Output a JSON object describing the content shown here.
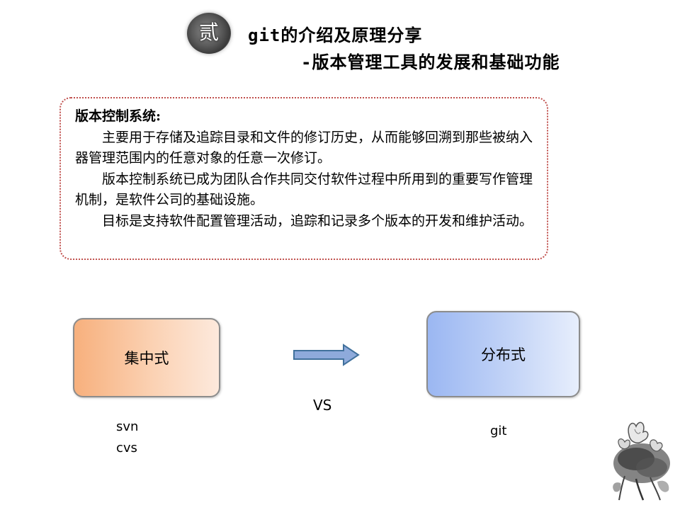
{
  "header": {
    "badge_char": "贰",
    "title_line1": "git的介绍及原理分享",
    "title_line2": "-版本管理工具的发展和基础功能"
  },
  "info": {
    "heading": "版本控制系统:",
    "paragraphs": [
      "主要用于存储及追踪目录和文件的修订历史，从而能够回溯到那些被纳入器管理范围内的任意对象的任意一次修订。",
      "版本控制系统已成为团队合作共同交付软件过程中所用到的重要写作管理机制，是软件公司的基础设施。",
      "目标是支持软件配置管理活动，追踪和记录多个版本的开发和维护活动。"
    ]
  },
  "comparison": {
    "left_label": "集中式",
    "right_label": "分布式",
    "vs_label": "VS",
    "left_tools": [
      "svn",
      "cvs"
    ],
    "right_tools": [
      "git"
    ]
  },
  "colors": {
    "box_border_dotted": "#c0504d",
    "central_fill": "#f7b07d",
    "distributed_fill": "#9bb7f2",
    "arrow_fill": "#8eaadb",
    "arrow_stroke": "#41719c"
  },
  "decorations": {
    "badge": "ink-circle-badge",
    "arrow": "right-arrow-icon",
    "corner_image": "lotus-ink-painting"
  }
}
